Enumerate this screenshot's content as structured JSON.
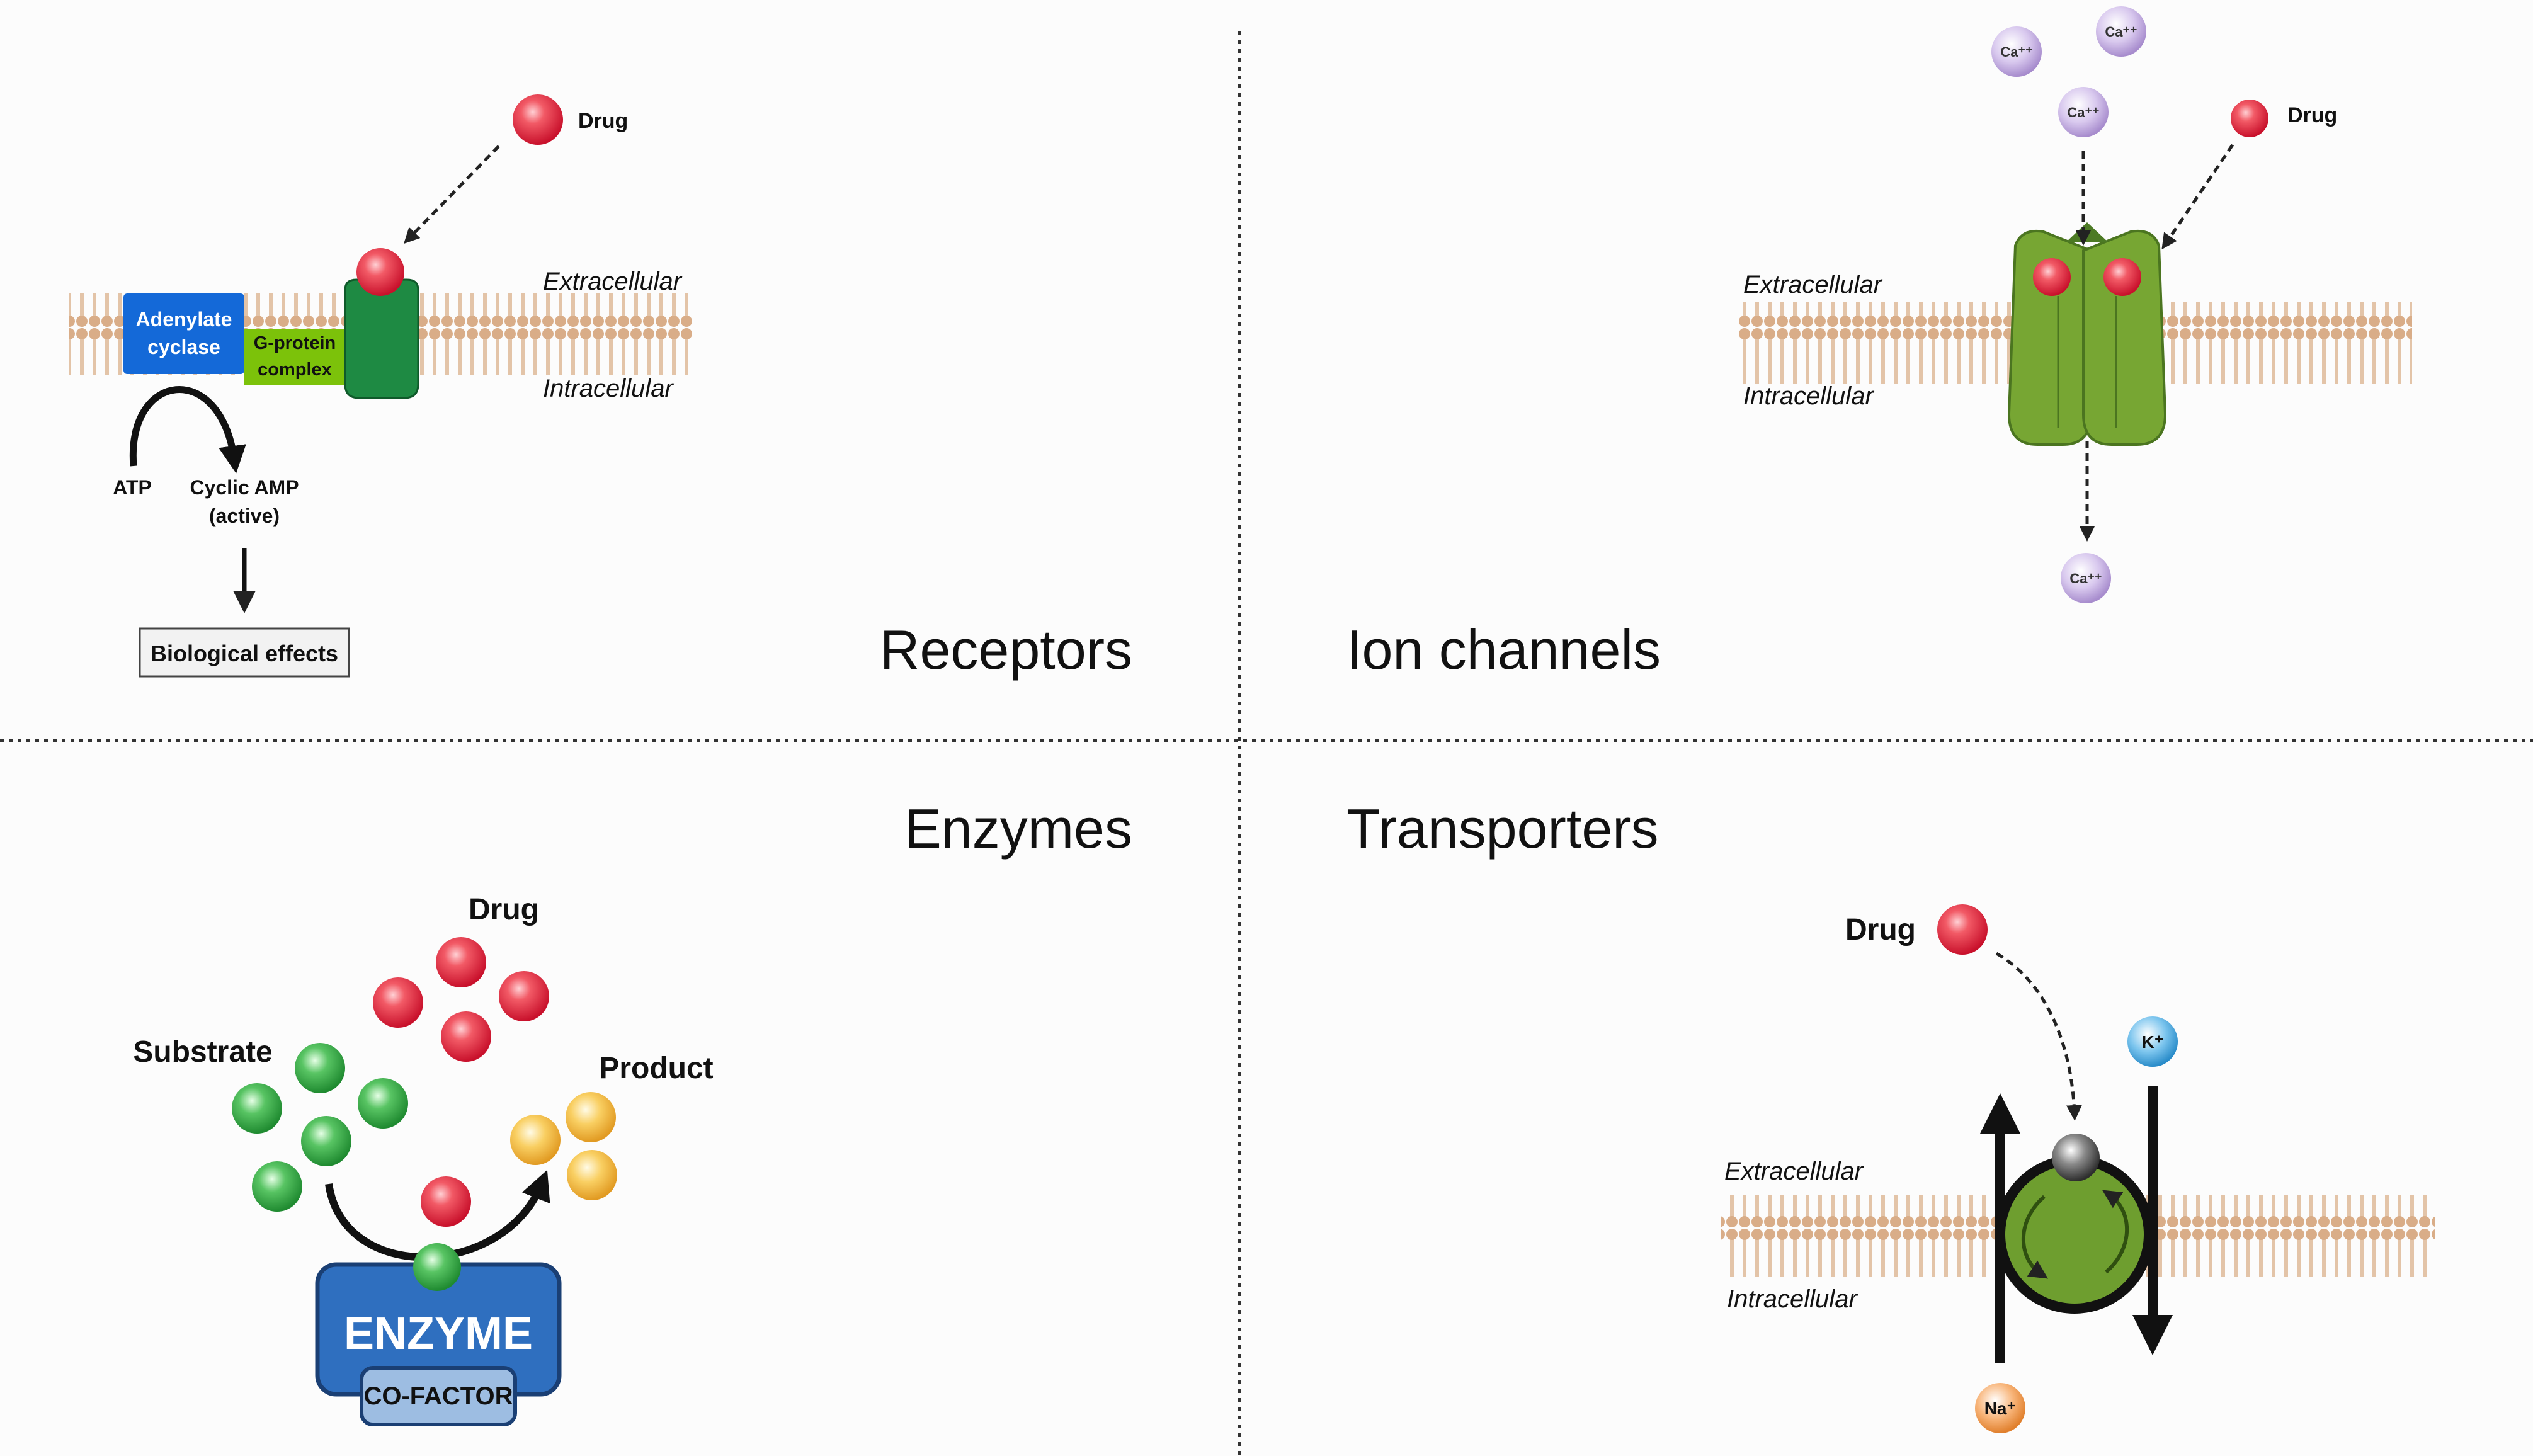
{
  "quadrants": {
    "receptors": {
      "title": "Receptors",
      "drug_label": "Drug",
      "extracellular": "Extracellular",
      "intracellular": "Intracellular",
      "enzyme_label_line1": "Adenylate",
      "enzyme_label_line2": "cyclase",
      "gprotein_line1": "G-protein",
      "gprotein_line2": "complex",
      "atp": "ATP",
      "camp_line1": "Cyclic AMP",
      "camp_line2": "(active)",
      "effects": "Biological effects"
    },
    "ion_channels": {
      "title": "Ion channels",
      "drug_label": "Drug",
      "extracellular": "Extracellular",
      "intracellular": "Intracellular",
      "ion_label": "Ca⁺⁺"
    },
    "enzymes": {
      "title": "Enzymes",
      "drug_label": "Drug",
      "substrate_label": "Substrate",
      "product_label": "Product",
      "enzyme_label": "ENZYME",
      "cofactor_label": "CO-FACTOR"
    },
    "transporters": {
      "title": "Transporters",
      "drug_label": "Drug",
      "extracellular": "Extracellular",
      "intracellular": "Intracellular",
      "k_label": "K⁺",
      "na_label": "Na⁺"
    }
  },
  "colors": {
    "drug": "#e8303f",
    "substrate": "#3fb24a",
    "product": "#f5c04a",
    "calcium": "#c9b4e0",
    "potassium": "#59b3e6",
    "sodium": "#f4a05a",
    "membrane_head": "#ddb391",
    "channel_green": "#7aab35",
    "receptor_green": "#1e8a43",
    "enzyme_blue": "#2f6fbf"
  }
}
